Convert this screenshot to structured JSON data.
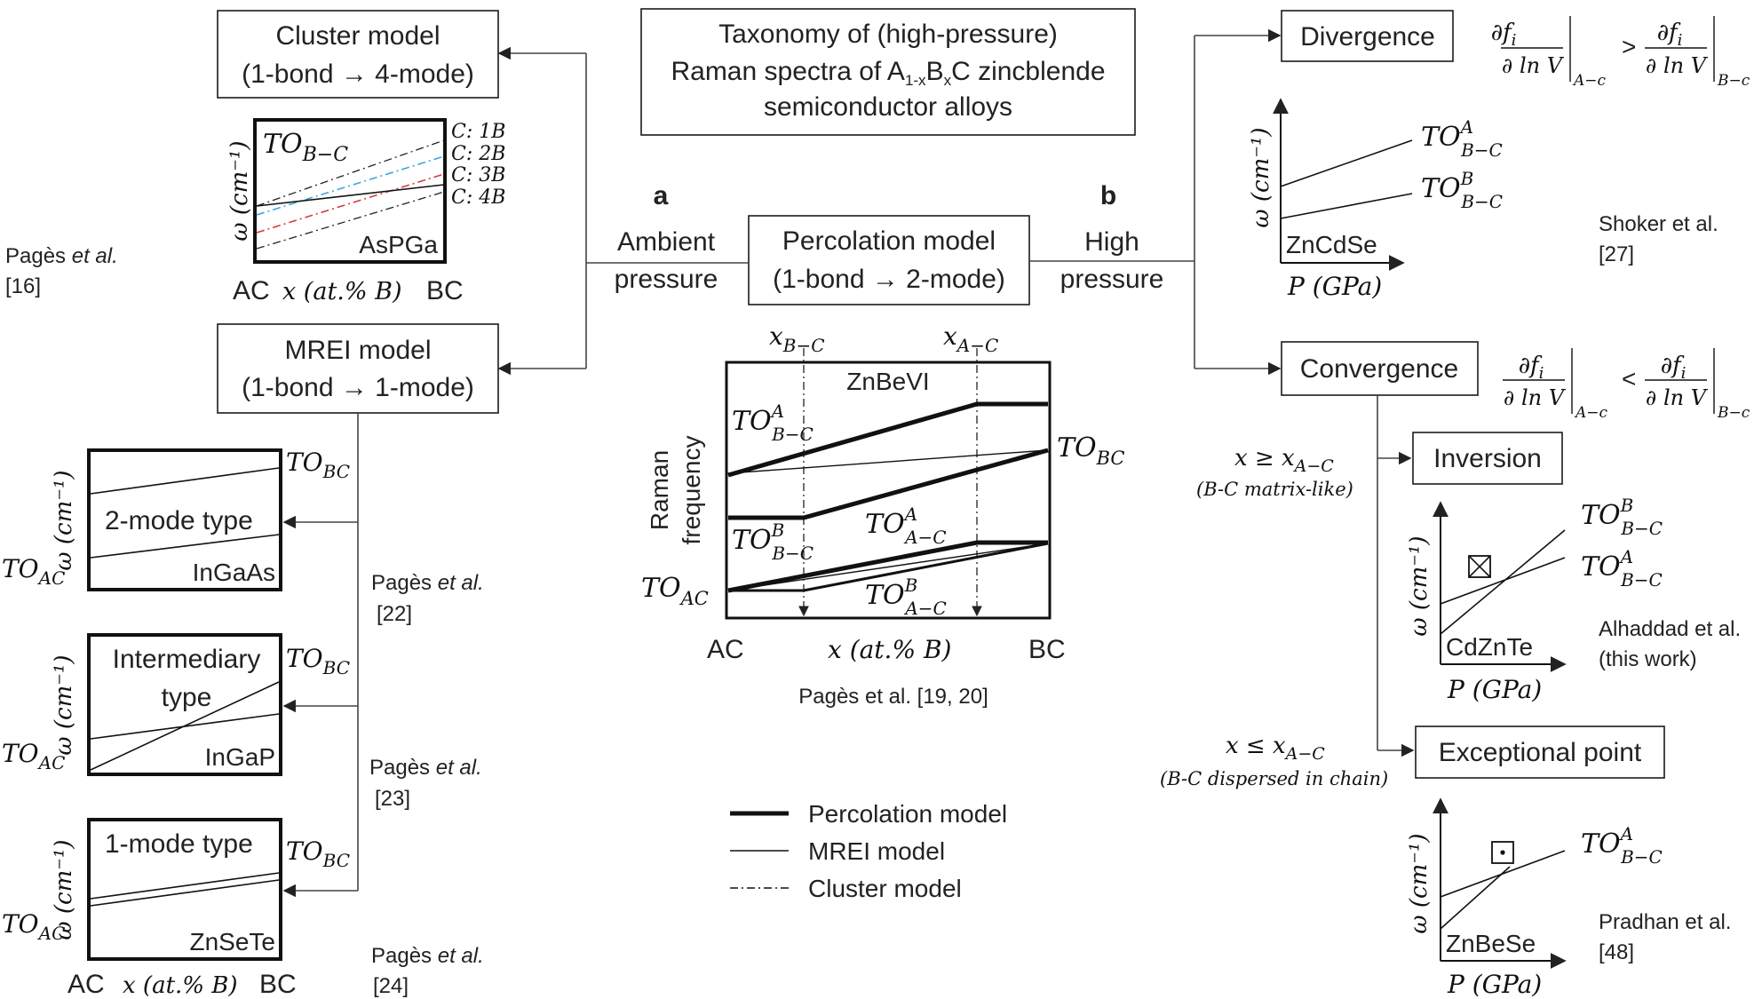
{
  "title": {
    "line1": "Taxonomy of (high-pressure)",
    "line2_prefix": "Raman spectra of A",
    "line2_sub1": "1-x",
    "line2_mid": "B",
    "line2_sub2": "x",
    "line2_suffix": "C zincblende",
    "line3": "semiconductor alloys"
  },
  "branch_labels": {
    "a": "a",
    "ambient": [
      "Ambient",
      "pressure"
    ],
    "b": "b",
    "high": [
      "High",
      "pressure"
    ]
  },
  "models": {
    "cluster": [
      "Cluster model",
      "(1-bond → 4-mode)"
    ],
    "mrei": [
      "MREI model",
      "(1-bond → 1-mode)"
    ],
    "percolation": [
      "Percolation model",
      "(1-bond → 2-mode)"
    ]
  },
  "cluster_plot": {
    "axis_y": "ω (cm⁻¹)",
    "mode": "TO",
    "mode_sub": "B−C",
    "inner": "AsPGa",
    "x_left": "AC",
    "x_mid": "x (at.% B)",
    "x_right": "BC",
    "lines": [
      {
        "label": "C: 1B",
        "color": "#222222"
      },
      {
        "label": "C: 2B",
        "color": "#3aa8d8"
      },
      {
        "label": "C: 3B",
        "color": "#d83a3a"
      },
      {
        "label": "C: 4B",
        "color": "#222222"
      }
    ]
  },
  "mrei_plots": [
    {
      "type": "2-mode type",
      "alloy": "InGaAs",
      "ref_authors": "Pagès",
      "ref_etal": "et al.",
      "ref_num": "[22]"
    },
    {
      "type": "Intermediary type",
      "type_line1": "Intermediary",
      "type_line2": "type",
      "alloy": "InGaP",
      "ref_authors": "Pagès",
      "ref_etal": "et al.",
      "ref_num": "[23]"
    },
    {
      "type": "1-mode type",
      "alloy": "ZnSeTe",
      "ref_authors": "Pagès",
      "ref_etal": "et al.",
      "ref_num": "[24]"
    }
  ],
  "mrei_common": {
    "axis_y": "ω (cm⁻¹)",
    "to_bc": "TO",
    "to_bc_sub": "BC",
    "to_ac": "TO",
    "to_ac_sub": "AC",
    "x_left": "AC",
    "x_mid": "x (at.% B)",
    "x_right": "BC"
  },
  "cluster_ref": {
    "authors": "Pagès",
    "etal": "et al.",
    "num": "[16]"
  },
  "percolation_plot": {
    "top_left": "x",
    "top_left_sub": "B−C",
    "top_right": "x",
    "top_right_sub": "A−C",
    "inner": "ZnBeVI",
    "axis_y_1": "Raman",
    "axis_y_2": "frequency",
    "to_b_a": "TO",
    "to_b_a_sup": "A",
    "to_b_a_sub": "B−C",
    "to_b_b_sup": "B",
    "to_a_a_sup": "A",
    "to_a_sub": "A−C",
    "to_a_b_sup": "B",
    "to_bc_sub": "BC",
    "to_ac_sub": "AC",
    "x_left": "AC",
    "x_mid": "x (at.% B)",
    "x_right": "BC",
    "ref": "Pagès et al. [19, 20]"
  },
  "legend": [
    {
      "label": "Percolation model",
      "style": "thick"
    },
    {
      "label": "MREI model",
      "style": "thin"
    },
    {
      "label": "Cluster model",
      "style": "dashdot"
    }
  ],
  "high_pressure": {
    "divergence": "Divergence",
    "convergence": "Convergence",
    "inversion": "Inversion",
    "exceptional": "Exceptional point",
    "cond_inv": "x ≥ x",
    "cond_inv_sub": "A−C",
    "cond_inv_note": "(B-C matrix-like)",
    "cond_exc": "x ≤ x",
    "cond_exc_sub": "A−C",
    "cond_exc_note": "(B-C dispersed in chain)",
    "axis_y": "ω (cm⁻¹)",
    "axis_x": "P (GPa)",
    "div_alloy": "ZnCdSe",
    "inv_alloy": "CdZnTe",
    "exc_alloy": "ZnBeSe",
    "to": "TO",
    "sub_bc": "B−C",
    "sup_a": "A",
    "sup_b": "B",
    "ref_div": [
      "Shoker et al.",
      "[27]"
    ],
    "ref_inv": [
      "Alhaddad et al.",
      "(this work)"
    ],
    "ref_exc": [
      "Pradhan et al.",
      "[48]"
    ],
    "eq_num": "∂f",
    "eq_num_sub": "i",
    "eq_den": "∂ ln V",
    "eq_sub_ac": "A−c",
    "eq_sub_bc": "B−c",
    "eq_gt": ">",
    "eq_lt": "<"
  }
}
